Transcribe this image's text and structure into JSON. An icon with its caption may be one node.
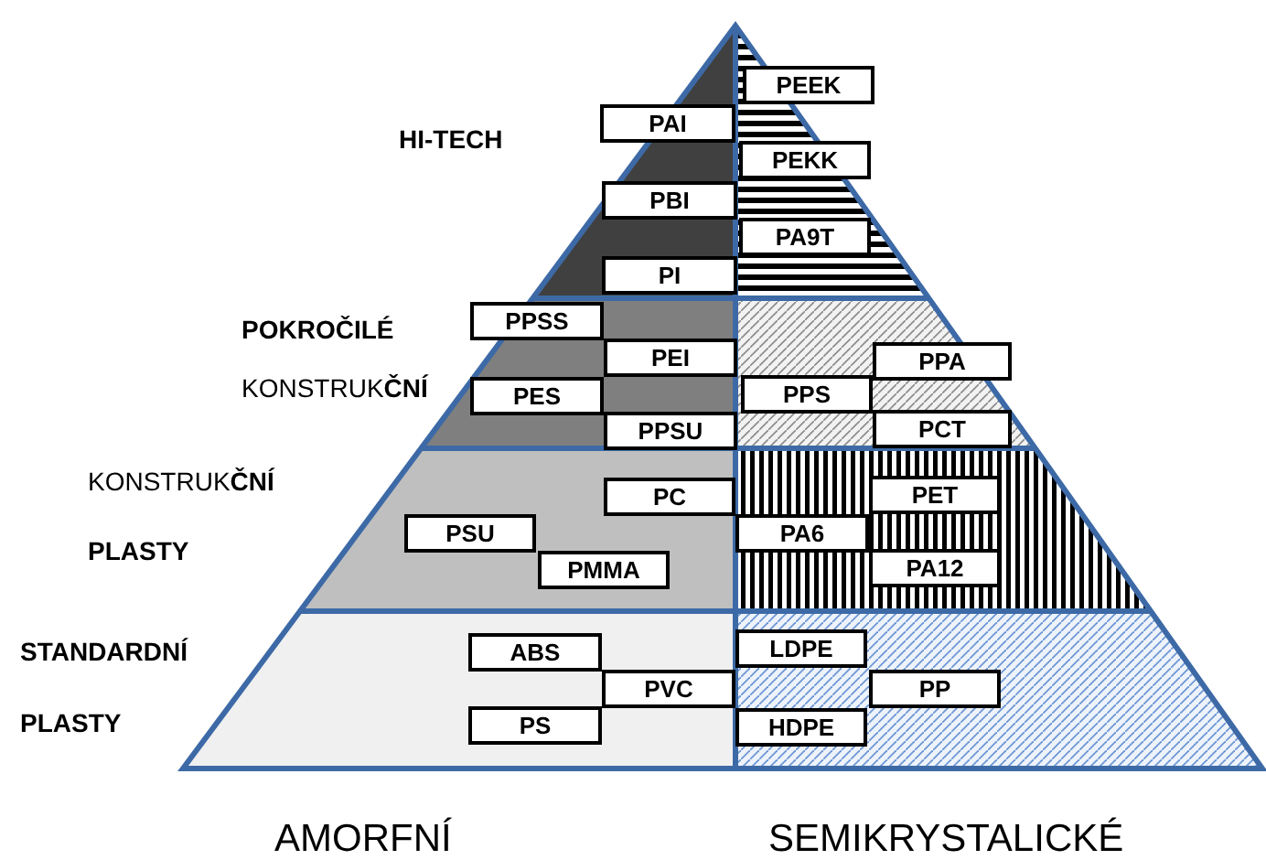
{
  "diagram": {
    "nodes": [
      {
        "text": [
          "PEEK"
        ]
      },
      {
        "text": [
          "PAI"
        ]
      },
      {
        "text": [
          "PEKK"
        ]
      },
      {
        "text": [
          "PBI"
        ]
      },
      {
        "text": [
          "PA9T"
        ]
      },
      {
        "text": [
          "PI"
        ]
      },
      {
        "text": [
          "PPSS"
        ]
      },
      {
        "text": [
          "PEI"
        ]
      },
      {
        "text": [
          "PPA"
        ]
      },
      {
        "text": [
          "PES"
        ]
      },
      {
        "text": [
          "PPS"
        ]
      },
      {
        "text": [
          "PPSU"
        ]
      },
      {
        "text": [
          "PCT"
        ]
      },
      {
        "text": [
          "PC"
        ]
      },
      {
        "text": [
          "PET"
        ]
      },
      {
        "text": [
          "PSU"
        ]
      },
      {
        "text": [
          "PA6"
        ]
      },
      {
        "text": [
          "PMMA"
        ]
      },
      {
        "text": [
          "PA12"
        ]
      },
      {
        "text": [
          "LDPE"
        ]
      },
      {
        "text": [
          "ABS"
        ]
      },
      {
        "text": [
          "PVC"
        ]
      },
      {
        "text": [
          "PP"
        ]
      },
      {
        "text": [
          "PS"
        ]
      },
      {
        "text": [
          "HDPE"
        ]
      }
    ],
    "labels": [
      "HI-TECH",
      "POKROČILÉ",
      "KONSTRUK**ČNÍ**",
      "KONSTRUK**ČNÍ**",
      "PLASTY",
      "STANDARDNÍ",
      "PLASTY",
      "AMORFNÍ",
      "SEMIKRYSTALICKÉ"
    ]
  }
}
